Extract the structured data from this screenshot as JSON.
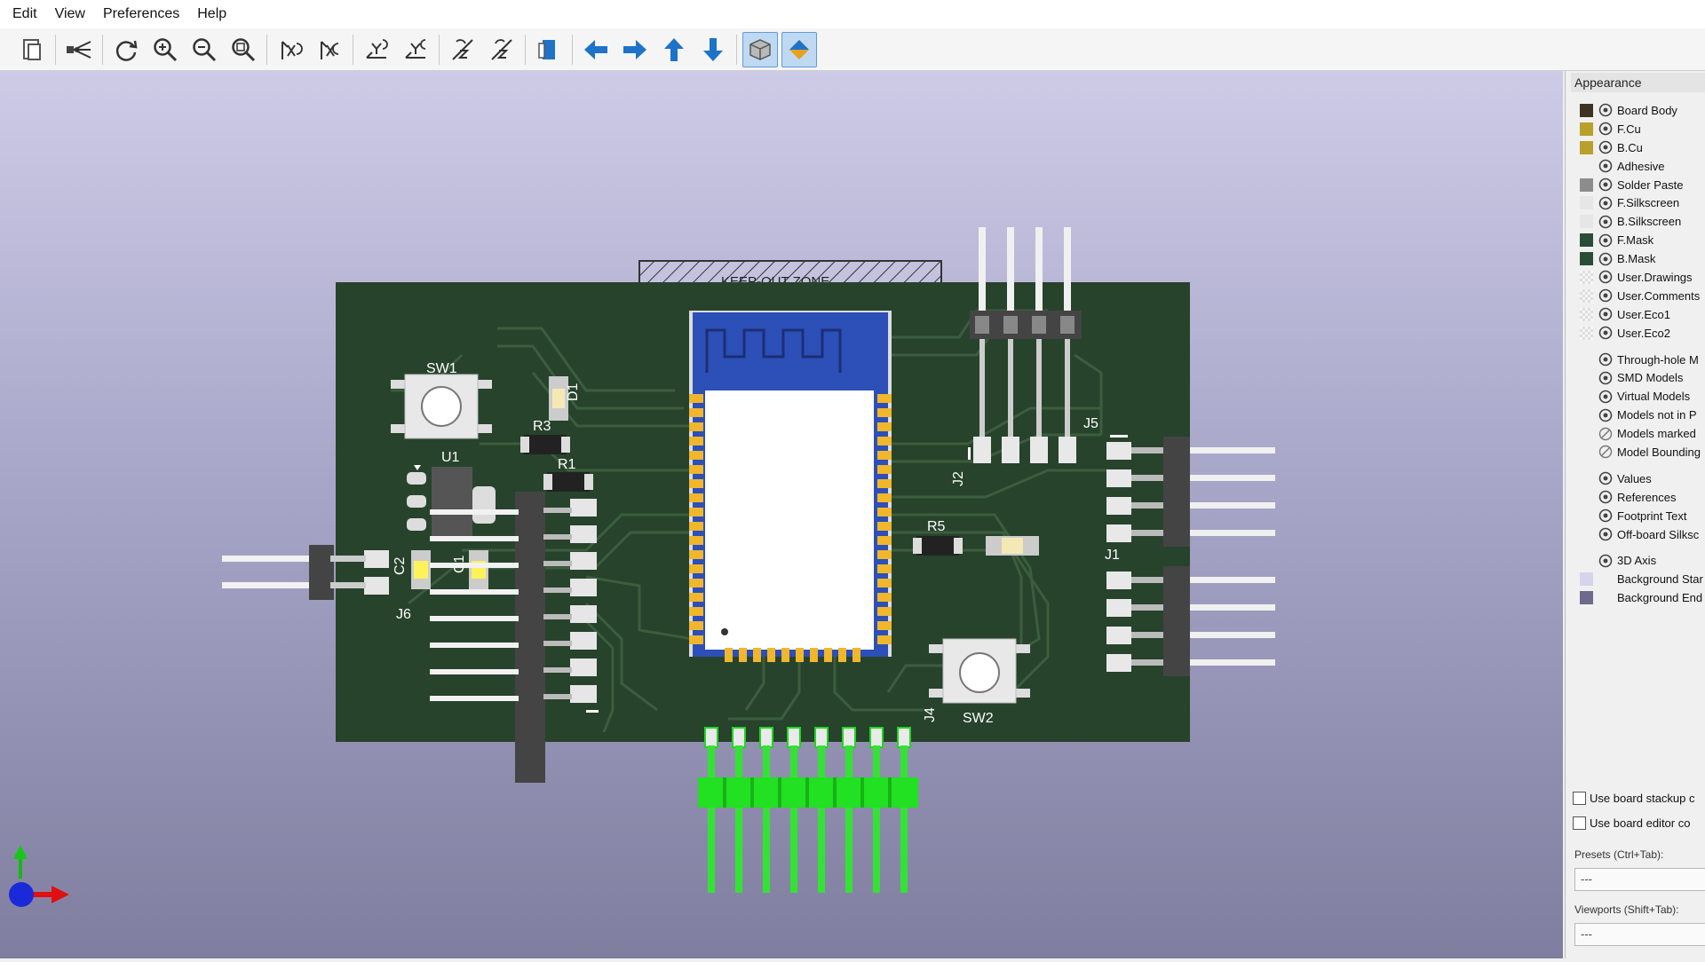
{
  "menu": {
    "items": [
      "Edit",
      "View",
      "Preferences",
      "Help"
    ]
  },
  "toolbar": {
    "buttons": [
      "copy-image-icon",
      "raytrace-icon",
      "reload-icon",
      "zoom-in-icon",
      "zoom-out-icon",
      "zoom-fit-icon",
      "rotate-x-cw-icon",
      "rotate-x-ccw-icon",
      "rotate-y-cw-icon",
      "rotate-y-ccw-icon",
      "rotate-z-cw-icon",
      "rotate-z-ccw-icon",
      "flip-board-icon",
      "move-left-icon",
      "move-right-icon",
      "move-up-icon",
      "move-down-icon",
      "orthographic-icon",
      "toggle-layers-icon"
    ],
    "accent": "#1e73c8"
  },
  "pcb": {
    "board_color": "#27432c",
    "refs": {
      "sw1": "SW1",
      "d1": "D1",
      "r3": "R3",
      "r1": "R1",
      "u1": "U1",
      "c2": "C2",
      "c1": "C1",
      "j6": "J6",
      "r5": "R5",
      "j2": "J2",
      "j5": "J5",
      "j1": "J1",
      "j4": "J4",
      "sw2": "SW2"
    },
    "keepout_label": "KEEP-OUT ZONE"
  },
  "appearance": {
    "title": "Appearance",
    "layers": [
      {
        "label": "Board Body",
        "color": "#3d3320"
      },
      {
        "label": "F.Cu",
        "color": "#b8a02a"
      },
      {
        "label": "B.Cu",
        "color": "#b8a02a"
      },
      {
        "label": "Adhesive",
        "color": ""
      },
      {
        "label": "Solder Paste",
        "color": "#8c8c8c"
      },
      {
        "label": "F.Silkscreen",
        "color": "#e6e6e6"
      },
      {
        "label": "B.Silkscreen",
        "color": "#e6e6e6"
      },
      {
        "label": "F.Mask",
        "color": "#2b4d38"
      },
      {
        "label": "B.Mask",
        "color": "#2b4d38"
      },
      {
        "label": "User.Drawings",
        "color": "checker"
      },
      {
        "label": "User.Comments",
        "color": "checker"
      },
      {
        "label": "User.Eco1",
        "color": "checker"
      },
      {
        "label": "User.Eco2",
        "color": "checker"
      }
    ],
    "models": [
      {
        "label": "Through-hole M",
        "hidden": false
      },
      {
        "label": "SMD Models",
        "hidden": false
      },
      {
        "label": "Virtual Models",
        "hidden": false
      },
      {
        "label": "Models not in P",
        "hidden": false
      },
      {
        "label": "Models marked",
        "hidden": true
      },
      {
        "label": "Model Bounding",
        "hidden": true
      }
    ],
    "texts": [
      {
        "label": "Values"
      },
      {
        "label": "References"
      },
      {
        "label": "Footprint Text"
      },
      {
        "label": "Off-board Silksc"
      }
    ],
    "others": [
      {
        "label": "3D Axis",
        "color": "",
        "eye": true
      },
      {
        "label": "Background Star",
        "color": "#d6d4ec",
        "eye": false
      },
      {
        "label": "Background End",
        "color": "#6d6a8c",
        "eye": false
      }
    ],
    "use_stackup": "Use board stackup c",
    "use_editor_colors": "Use board editor co",
    "presets_label": "Presets (Ctrl+Tab):",
    "presets_value": "---",
    "viewports_label": "Viewports (Shift+Tab):",
    "viewports_value": "---"
  }
}
